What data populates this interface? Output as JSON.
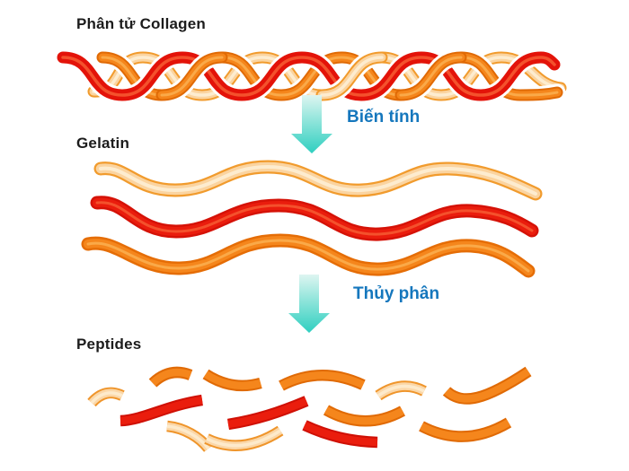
{
  "diagram": {
    "labels": {
      "collagen": "Phân tử Collagen",
      "gelatin": "Gelatin",
      "peptides": "Peptides",
      "denaturation": "Biến tính",
      "hydrolysis": "Thủy phân"
    },
    "icons": {
      "step_arrow": "down-arrow"
    },
    "colors": {
      "strand_red": "#e31309",
      "strand_orange": "#f5861c",
      "strand_cream": "#fbd4a0",
      "cream_edge": "#f19b2d",
      "orange_edge": "#e06a05",
      "arrow_teal": "#3ed3c6",
      "label_blue": "#1577bd",
      "label_black": "#1c1c1c",
      "background": "#ffffff"
    }
  }
}
